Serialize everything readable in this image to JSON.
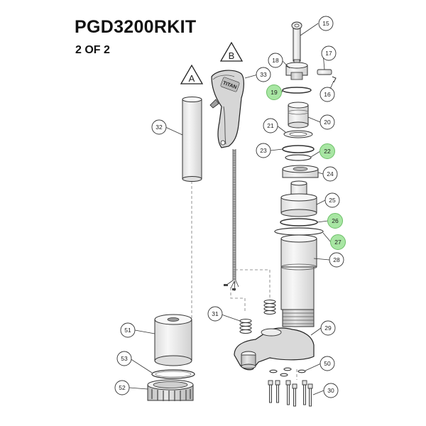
{
  "header": {
    "title": "PGD3200RKIT",
    "subtitle": "2 OF 2"
  },
  "section_markers": [
    {
      "id": "a",
      "label": "A"
    },
    {
      "id": "b",
      "label": "B"
    }
  ],
  "callouts": [
    {
      "id": "15",
      "label": "15",
      "highlighted": false
    },
    {
      "id": "17",
      "label": "17",
      "highlighted": false
    },
    {
      "id": "18",
      "label": "18",
      "highlighted": false
    },
    {
      "id": "19",
      "label": "19",
      "highlighted": true
    },
    {
      "id": "16",
      "label": "16",
      "highlighted": false
    },
    {
      "id": "33",
      "label": "33",
      "highlighted": false
    },
    {
      "id": "20",
      "label": "20",
      "highlighted": false
    },
    {
      "id": "21",
      "label": "21",
      "highlighted": false
    },
    {
      "id": "32",
      "label": "32",
      "highlighted": false
    },
    {
      "id": "23",
      "label": "23",
      "highlighted": false
    },
    {
      "id": "22",
      "label": "22",
      "highlighted": true
    },
    {
      "id": "24",
      "label": "24",
      "highlighted": false
    },
    {
      "id": "25",
      "label": "25",
      "highlighted": false
    },
    {
      "id": "26",
      "label": "26",
      "highlighted": true
    },
    {
      "id": "27",
      "label": "27",
      "highlighted": true
    },
    {
      "id": "28",
      "label": "28",
      "highlighted": false
    },
    {
      "id": "31",
      "label": "31",
      "highlighted": false
    },
    {
      "id": "29",
      "label": "29",
      "highlighted": false
    },
    {
      "id": "51",
      "label": "51",
      "highlighted": false
    },
    {
      "id": "53",
      "label": "53",
      "highlighted": false
    },
    {
      "id": "50",
      "label": "50",
      "highlighted": false
    },
    {
      "id": "52",
      "label": "52",
      "highlighted": false
    },
    {
      "id": "30",
      "label": "30",
      "highlighted": false
    }
  ],
  "handle_logo": "TITAN",
  "colors": {
    "highlight_fill": "#a8e6a3",
    "highlight_stroke": "#6dbf68",
    "line": "#333333",
    "part_fill": "#f2f2f2"
  }
}
